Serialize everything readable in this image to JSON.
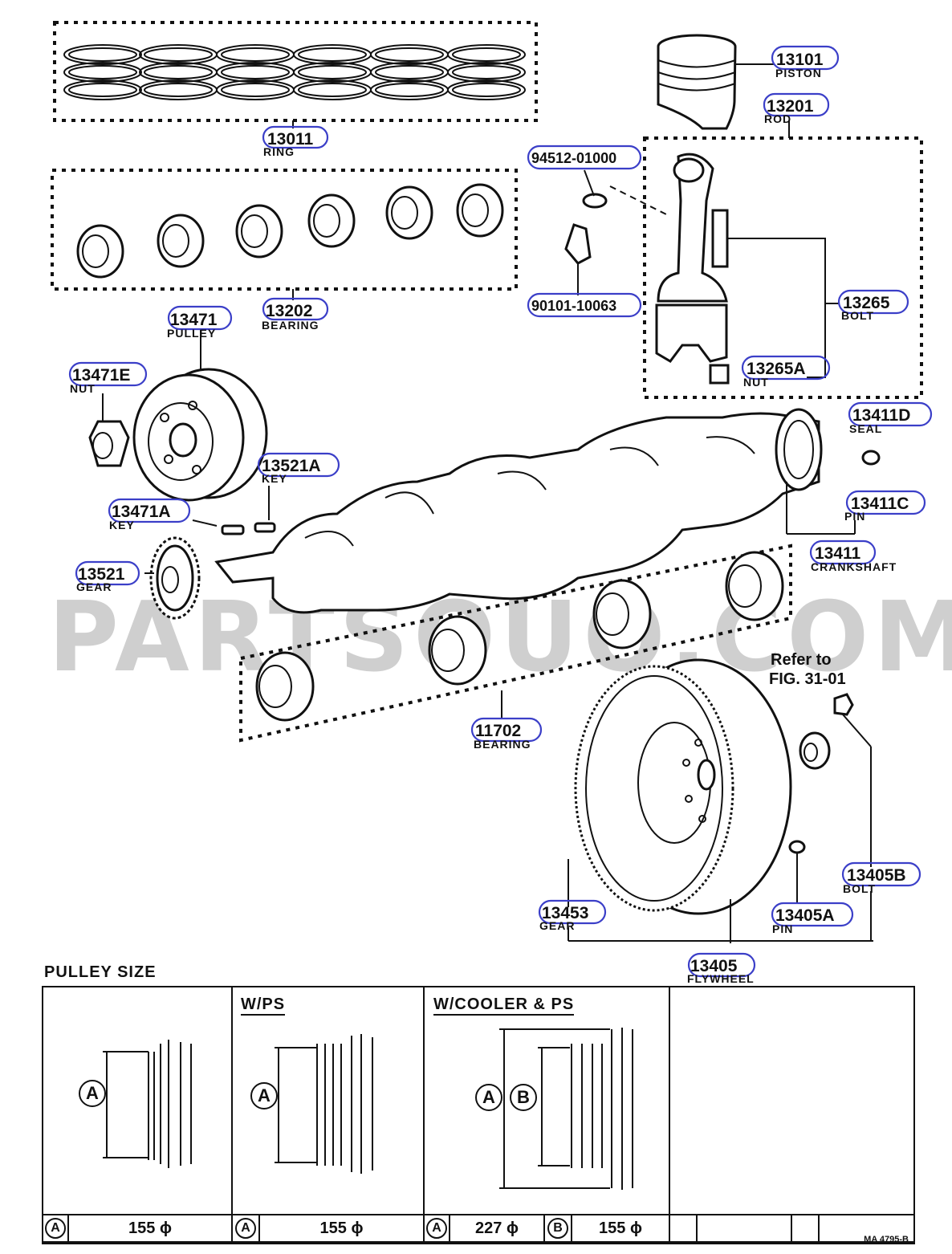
{
  "watermark": "PARTSOUQ.COM",
  "refer_note": {
    "line1": "Refer to",
    "line2": "FIG. 31-01"
  },
  "parts": {
    "p13011": {
      "number": "13011",
      "name": "RING"
    },
    "p13101": {
      "number": "13101",
      "name": "PISTON"
    },
    "p13201": {
      "number": "13201",
      "name": "ROD"
    },
    "p94512": {
      "number": "94512-01000",
      "name": ""
    },
    "p90101": {
      "number": "90101-10063",
      "name": ""
    },
    "p13202": {
      "number": "13202",
      "name": "BEARING"
    },
    "p13471": {
      "number": "13471",
      "name": "PULLEY"
    },
    "p13471E": {
      "number": "13471E",
      "name": "NUT"
    },
    "p13265": {
      "number": "13265",
      "name": "BOLT"
    },
    "p13265A": {
      "number": "13265A",
      "name": "NUT"
    },
    "p13411D": {
      "number": "13411D",
      "name": "SEAL"
    },
    "p13521A": {
      "number": "13521A",
      "name": "KEY"
    },
    "p13471A": {
      "number": "13471A",
      "name": "KEY"
    },
    "p13411C": {
      "number": "13411C",
      "name": "PIN"
    },
    "p13411": {
      "number": "13411",
      "name": "CRANKSHAFT"
    },
    "p13521": {
      "number": "13521",
      "name": "GEAR"
    },
    "p11702": {
      "number": "11702",
      "name": "BEARING"
    },
    "p13405B": {
      "number": "13405B",
      "name": "BOLT"
    },
    "p13453": {
      "number": "13453",
      "name": "GEAR"
    },
    "p13405A": {
      "number": "13405A",
      "name": "PIN"
    },
    "p13405": {
      "number": "13405",
      "name": "FLYWHEEL"
    }
  },
  "pulley_table": {
    "title": "PULLEY SIZE",
    "col2_header": "W/PS",
    "col3_header": "W/COOLER & PS",
    "symbol_a": "A",
    "symbol_b": "B",
    "col1_a_value": "155 ϕ",
    "col2_a_value": "155 ϕ",
    "col3_a_value": "227 ϕ",
    "col3_b_value": "155 ϕ"
  },
  "footer_code": "MA 4795-B"
}
